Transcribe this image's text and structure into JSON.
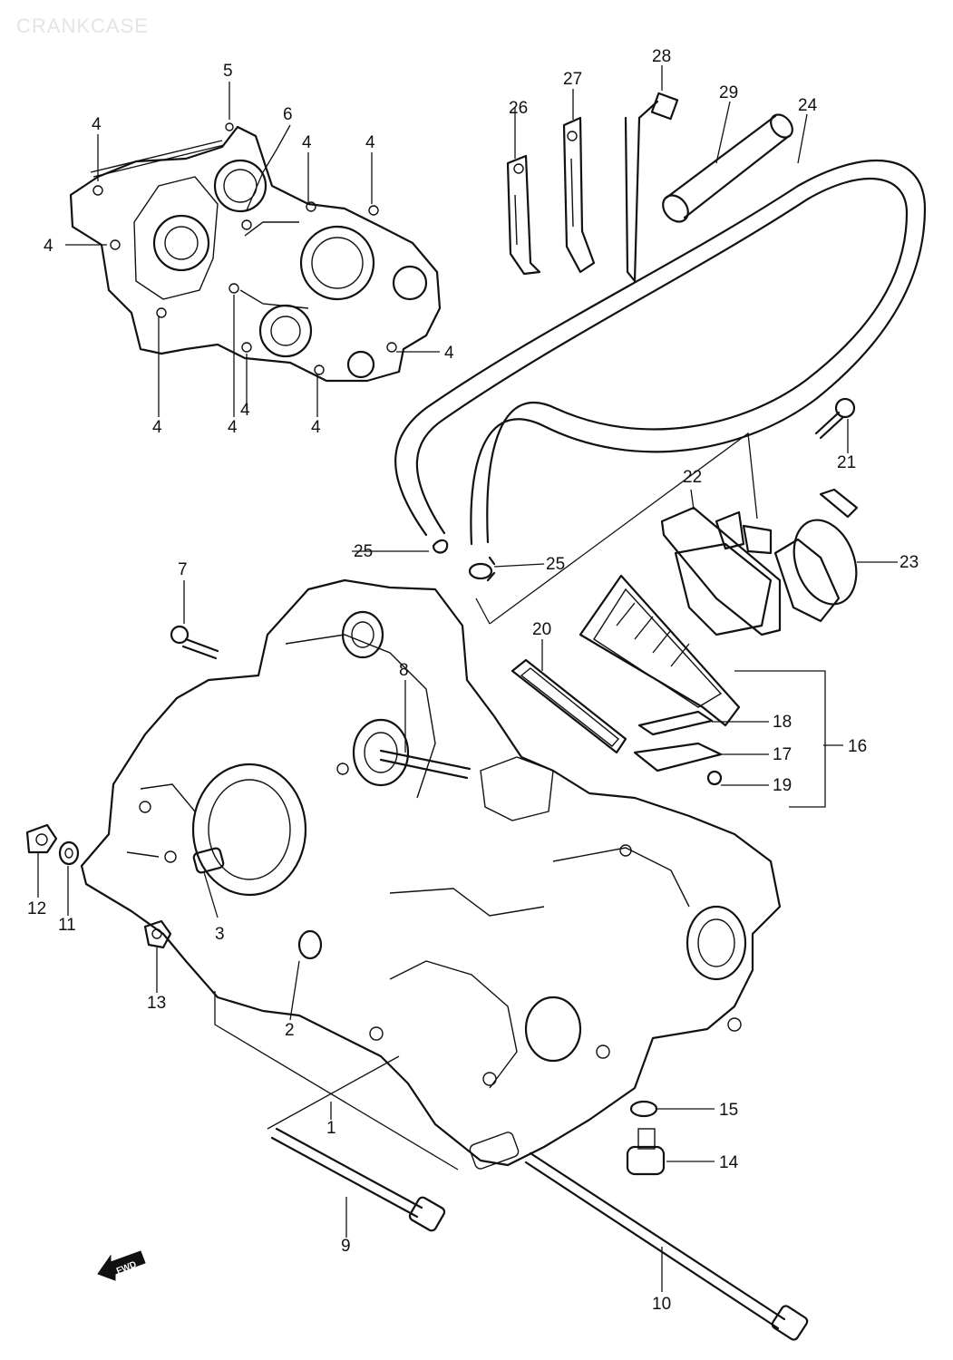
{
  "watermark": "CRANKCASE",
  "fwd_label": "FWD",
  "callouts": {
    "c1": "1",
    "c2": "2",
    "c3": "3",
    "c4a": "4",
    "c4b": "4",
    "c4c": "4",
    "c4d": "4",
    "c4e": "4",
    "c4f": "4",
    "c4g": "4",
    "c4h": "4",
    "c4i": "4",
    "c5": "5",
    "c6": "6",
    "c7": "7",
    "c8": "8",
    "c9": "9",
    "c10": "10",
    "c11": "11",
    "c12": "12",
    "c13": "13",
    "c14": "14",
    "c15": "15",
    "c16": "16",
    "c17": "17",
    "c18": "18",
    "c19": "19",
    "c20": "20",
    "c21": "21",
    "c22": "22",
    "c23": "23",
    "c24": "24",
    "c25a": "25",
    "c25b": "25",
    "c26": "26",
    "c27": "27",
    "c28": "28",
    "c29": "29"
  }
}
